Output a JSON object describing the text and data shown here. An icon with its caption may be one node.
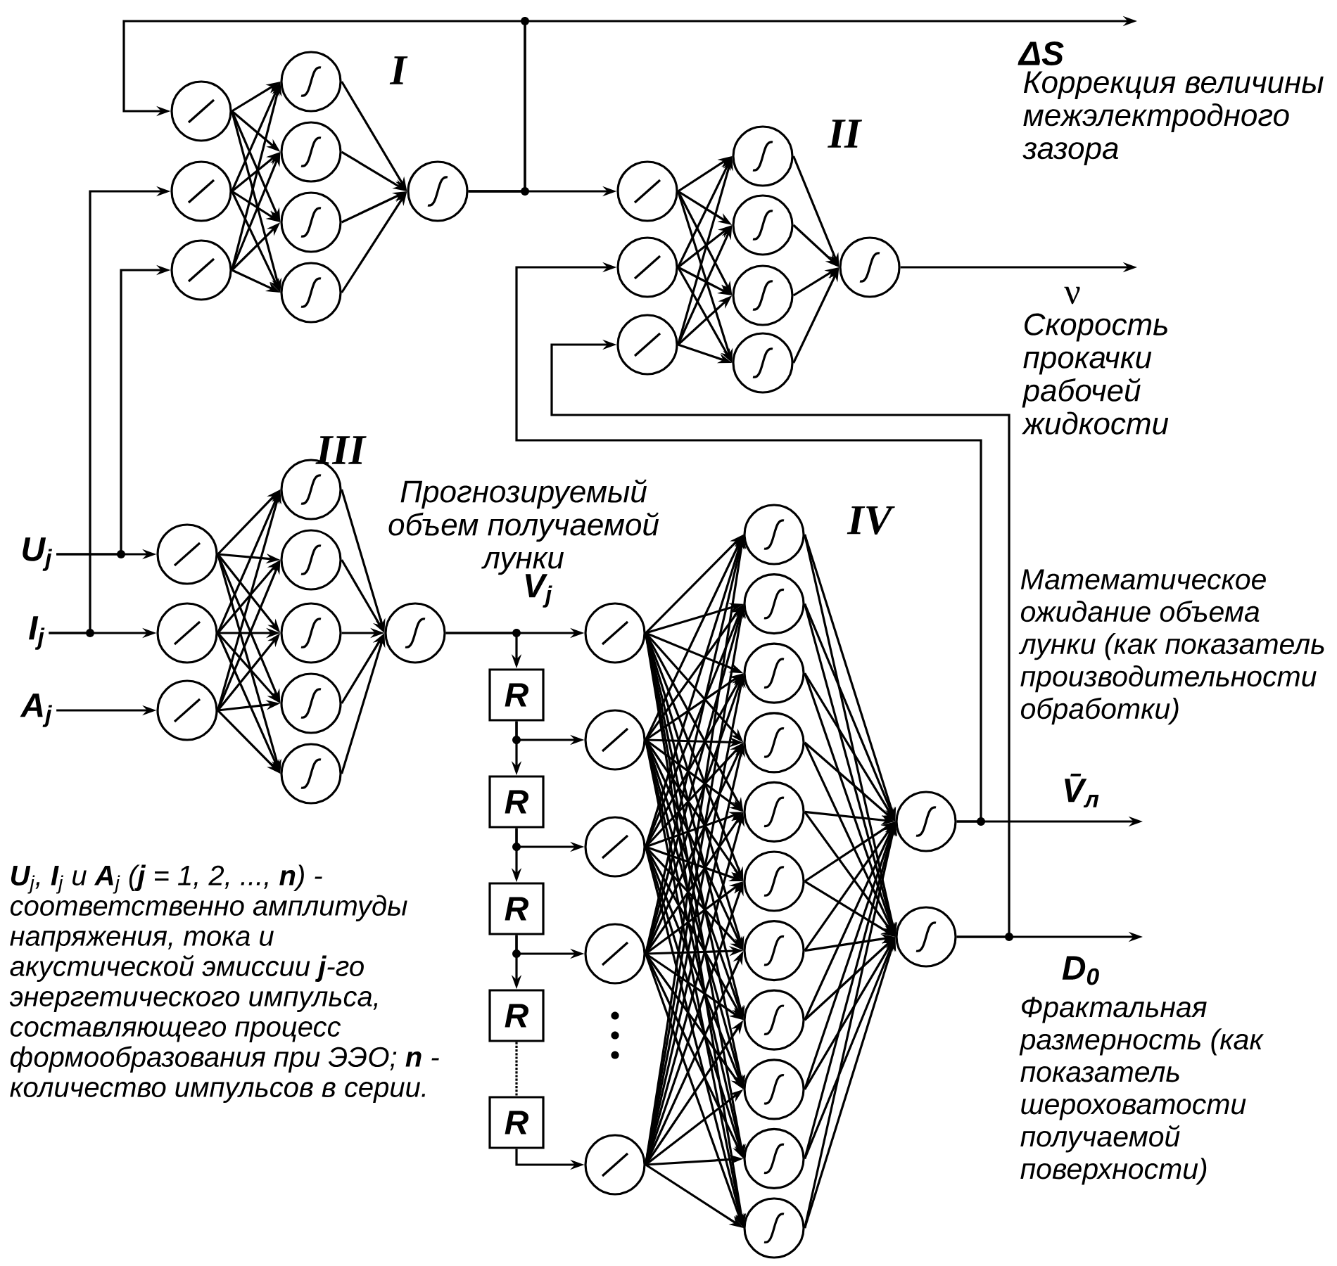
{
  "diagram": {
    "nodes": [
      {
        "text": [],
        "shape": "circle"
      },
      {
        "text": [],
        "shape": "circle"
      },
      {
        "text": [],
        "shape": "circle"
      },
      {
        "text": [],
        "shape": "circle"
      },
      {
        "text": [],
        "shape": "circle"
      },
      {
        "text": [],
        "shape": "circle"
      },
      {
        "text": [],
        "shape": "circle"
      },
      {
        "text": [],
        "shape": "circle"
      },
      {
        "text": [],
        "shape": "circle"
      },
      {
        "text": [],
        "shape": "circle"
      },
      {
        "text": [],
        "shape": "circle"
      },
      {
        "text": [],
        "shape": "circle"
      },
      {
        "text": [],
        "shape": "circle"
      },
      {
        "text": [],
        "shape": "circle"
      },
      {
        "text": [],
        "shape": "circle"
      },
      {
        "text": [],
        "shape": "circle"
      },
      {
        "text": [
          "U$_{j}$"
        ]
      },
      {
        "text": [
          "I$_{j}$"
        ]
      },
      {
        "text": [
          "A$_{j}$"
        ]
      },
      {
        "text": [],
        "shape": "circle"
      },
      {
        "text": [],
        "shape": "circle"
      },
      {
        "text": [],
        "shape": "circle"
      },
      {
        "text": [],
        "shape": "circle"
      },
      {
        "text": [],
        "shape": "circle"
      },
      {
        "text": [],
        "shape": "circle"
      },
      {
        "text": [],
        "shape": "circle"
      },
      {
        "text": [],
        "shape": "circle"
      },
      {
        "text": [],
        "shape": "circle"
      },
      {
        "text": [
          "R"
        ]
      },
      {
        "text": [
          "R"
        ]
      },
      {
        "text": [
          "R"
        ]
      },
      {
        "text": [
          "R"
        ]
      },
      {
        "text": [
          "R"
        ]
      },
      {
        "text": [],
        "shape": "circle"
      },
      {
        "text": [],
        "shape": "circle"
      },
      {
        "text": [],
        "shape": "circle"
      },
      {
        "text": [],
        "shape": "circle"
      },
      {
        "text": [],
        "shape": "circle"
      },
      {
        "text": [],
        "shape": "circle"
      },
      {
        "text": [],
        "shape": "circle"
      },
      {
        "text": [],
        "shape": "circle"
      },
      {
        "text": [],
        "shape": "circle"
      },
      {
        "text": [],
        "shape": "circle"
      },
      {
        "text": [],
        "shape": "circle"
      },
      {
        "text": [],
        "shape": "circle"
      },
      {
        "text": [],
        "shape": "circle"
      },
      {
        "text": [],
        "shape": "circle"
      },
      {
        "text": [],
        "shape": "circle"
      },
      {
        "text": [],
        "shape": "circle"
      },
      {
        "text": [],
        "shape": "circle"
      },
      {
        "text": [],
        "shape": "circle"
      }
    ],
    "edges": [
      {
        "from": 0,
        "to": 3,
        "arrow": "to"
      },
      {
        "from": 0,
        "to": 4,
        "arrow": "to"
      },
      {
        "from": 0,
        "to": 5,
        "arrow": "to"
      },
      {
        "from": 0,
        "to": 6,
        "arrow": "to"
      },
      {
        "from": 1,
        "to": 3,
        "arrow": "to"
      },
      {
        "from": 1,
        "to": 4,
        "arrow": "to"
      },
      {
        "from": 1,
        "to": 5,
        "arrow": "to"
      },
      {
        "from": 1,
        "to": 6,
        "arrow": "to"
      },
      {
        "from": 2,
        "to": 3,
        "arrow": "to"
      },
      {
        "from": 2,
        "to": 4,
        "arrow": "to"
      },
      {
        "from": 2,
        "to": 5,
        "arrow": "to"
      },
      {
        "from": 2,
        "to": 6,
        "arrow": "to"
      },
      {
        "from": 3,
        "to": 7,
        "arrow": "to"
      },
      {
        "from": 4,
        "to": 7,
        "arrow": "to"
      },
      {
        "from": 5,
        "to": 7,
        "arrow": "to"
      },
      {
        "from": 6,
        "to": 7,
        "arrow": "to"
      },
      {
        "from": 7,
        "to": 8,
        "arrow": "to"
      },
      {
        "from": 7,
        "to": 0,
        "arrow": "to"
      },
      {
        "from": 7,
        "to": null,
        "arrow": "to"
      },
      {
        "from": 8,
        "to": 11,
        "arrow": "to"
      },
      {
        "from": 8,
        "to": 12,
        "arrow": "to"
      },
      {
        "from": 8,
        "to": 13,
        "arrow": "to"
      },
      {
        "from": 8,
        "to": 14,
        "arrow": "to"
      },
      {
        "from": 9,
        "to": 11,
        "arrow": "to"
      },
      {
        "from": 9,
        "to": 12,
        "arrow": "to"
      },
      {
        "from": 9,
        "to": 13,
        "arrow": "to"
      },
      {
        "from": 9,
        "to": 14,
        "arrow": "to"
      },
      {
        "from": 10,
        "to": 11,
        "arrow": "to"
      },
      {
        "from": 10,
        "to": 12,
        "arrow": "to"
      },
      {
        "from": 10,
        "to": 13,
        "arrow": "to"
      },
      {
        "from": 10,
        "to": 14,
        "arrow": "to"
      },
      {
        "from": 11,
        "to": 15,
        "arrow": "to"
      },
      {
        "from": 12,
        "to": 15,
        "arrow": "to"
      },
      {
        "from": 13,
        "to": 15,
        "arrow": "to"
      },
      {
        "from": 14,
        "to": 15,
        "arrow": "to"
      },
      {
        "from": 15,
        "to": null,
        "arrow": "to"
      },
      {
        "from": 16,
        "to": 19,
        "arrow": "to"
      },
      {
        "from": 16,
        "to": 2,
        "arrow": "to"
      },
      {
        "from": 17,
        "to": 20,
        "arrow": "to"
      },
      {
        "from": 17,
        "to": 1,
        "arrow": "to"
      },
      {
        "from": 18,
        "to": 21,
        "arrow": "to"
      },
      {
        "from": 19,
        "to": 22,
        "arrow": "to"
      },
      {
        "from": 19,
        "to": 23,
        "arrow": "to"
      },
      {
        "from": 19,
        "to": 24,
        "arrow": "to"
      },
      {
        "from": 19,
        "to": 25,
        "arrow": "to"
      },
      {
        "from": 19,
        "to": 26,
        "arrow": "to"
      },
      {
        "from": 20,
        "to": 22,
        "arrow": "to"
      },
      {
        "from": 20,
        "to": 23,
        "arrow": "to"
      },
      {
        "from": 20,
        "to": 24,
        "arrow": "to"
      },
      {
        "from": 20,
        "to": 25,
        "arrow": "to"
      },
      {
        "from": 20,
        "to": 26,
        "arrow": "to"
      },
      {
        "from": 21,
        "to": 22,
        "arrow": "to"
      },
      {
        "from": 21,
        "to": 23,
        "arrow": "to"
      },
      {
        "from": 21,
        "to": 24,
        "arrow": "to"
      },
      {
        "from": 21,
        "to": 25,
        "arrow": "to"
      },
      {
        "from": 21,
        "to": 26,
        "arrow": "to"
      },
      {
        "from": 22,
        "to": 27,
        "arrow": "to"
      },
      {
        "from": 23,
        "to": 27,
        "arrow": "to"
      },
      {
        "from": 24,
        "to": 27,
        "arrow": "to"
      },
      {
        "from": 25,
        "to": 27,
        "arrow": "to"
      },
      {
        "from": 26,
        "to": 27,
        "arrow": "to"
      },
      {
        "from": 27,
        "to": 33,
        "arrow": "to"
      },
      {
        "from": 27,
        "to": 28,
        "arrow": "to"
      },
      {
        "from": 28,
        "to": 34,
        "arrow": "to"
      },
      {
        "from": 28,
        "to": 29,
        "arrow": "to"
      },
      {
        "from": 29,
        "to": 35,
        "arrow": "to"
      },
      {
        "from": 29,
        "to": 30,
        "arrow": "to"
      },
      {
        "from": 30,
        "to": 36,
        "arrow": "to"
      },
      {
        "from": 30,
        "to": 31,
        "arrow": "to"
      },
      {
        "from": 31,
        "to": 32,
        "arrow": "none",
        "style": "dashed"
      },
      {
        "from": 32,
        "to": 37,
        "arrow": "to"
      },
      {
        "from": 33,
        "to": 38,
        "arrow": "to"
      },
      {
        "from": 33,
        "to": 39,
        "arrow": "to"
      },
      {
        "from": 33,
        "to": 40,
        "arrow": "to"
      },
      {
        "from": 33,
        "to": 41,
        "arrow": "to"
      },
      {
        "from": 33,
        "to": 42,
        "arrow": "to"
      },
      {
        "from": 33,
        "to": 43,
        "arrow": "to"
      },
      {
        "from": 33,
        "to": 44,
        "arrow": "to"
      },
      {
        "from": 33,
        "to": 45,
        "arrow": "to"
      },
      {
        "from": 33,
        "to": 46,
        "arrow": "to"
      },
      {
        "from": 33,
        "to": 47,
        "arrow": "to"
      },
      {
        "from": 33,
        "to": 48,
        "arrow": "to"
      },
      {
        "from": 34,
        "to": 38,
        "arrow": "to"
      },
      {
        "from": 34,
        "to": 39,
        "arrow": "to"
      },
      {
        "from": 34,
        "to": 40,
        "arrow": "to"
      },
      {
        "from": 34,
        "to": 41,
        "arrow": "to"
      },
      {
        "from": 34,
        "to": 42,
        "arrow": "to"
      },
      {
        "from": 34,
        "to": 43,
        "arrow": "to"
      },
      {
        "from": 34,
        "to": 44,
        "arrow": "to"
      },
      {
        "from": 34,
        "to": 45,
        "arrow": "to"
      },
      {
        "from": 34,
        "to": 46,
        "arrow": "to"
      },
      {
        "from": 34,
        "to": 47,
        "arrow": "to"
      },
      {
        "from": 34,
        "to": 48,
        "arrow": "to"
      },
      {
        "from": 35,
        "to": 38,
        "arrow": "to"
      },
      {
        "from": 35,
        "to": 39,
        "arrow": "to"
      },
      {
        "from": 35,
        "to": 40,
        "arrow": "to"
      },
      {
        "from": 35,
        "to": 41,
        "arrow": "to"
      },
      {
        "from": 35,
        "to": 42,
        "arrow": "to"
      },
      {
        "from": 35,
        "to": 43,
        "arrow": "to"
      },
      {
        "from": 35,
        "to": 44,
        "arrow": "to"
      },
      {
        "from": 35,
        "to": 45,
        "arrow": "to"
      },
      {
        "from": 35,
        "to": 46,
        "arrow": "to"
      },
      {
        "from": 35,
        "to": 47,
        "arrow": "to"
      },
      {
        "from": 35,
        "to": 48,
        "arrow": "to"
      },
      {
        "from": 36,
        "to": 38,
        "arrow": "to"
      },
      {
        "from": 36,
        "to": 39,
        "arrow": "to"
      },
      {
        "from": 36,
        "to": 40,
        "arrow": "to"
      },
      {
        "from": 36,
        "to": 41,
        "arrow": "to"
      },
      {
        "from": 36,
        "to": 42,
        "arrow": "to"
      },
      {
        "from": 36,
        "to": 43,
        "arrow": "to"
      },
      {
        "from": 36,
        "to": 44,
        "arrow": "to"
      },
      {
        "from": 36,
        "to": 45,
        "arrow": "to"
      },
      {
        "from": 36,
        "to": 46,
        "arrow": "to"
      },
      {
        "from": 36,
        "to": 47,
        "arrow": "to"
      },
      {
        "from": 36,
        "to": 48,
        "arrow": "to"
      },
      {
        "from": 37,
        "to": 38,
        "arrow": "to"
      },
      {
        "from": 37,
        "to": 39,
        "arrow": "to"
      },
      {
        "from": 37,
        "to": 40,
        "arrow": "to"
      },
      {
        "from": 37,
        "to": 41,
        "arrow": "to"
      },
      {
        "from": 37,
        "to": 42,
        "arrow": "to"
      },
      {
        "from": 37,
        "to": 43,
        "arrow": "to"
      },
      {
        "from": 37,
        "to": 44,
        "arrow": "to"
      },
      {
        "from": 37,
        "to": 45,
        "arrow": "to"
      },
      {
        "from": 37,
        "to": 46,
        "arrow": "to"
      },
      {
        "from": 37,
        "to": 47,
        "arrow": "to"
      },
      {
        "from": 37,
        "to": 48,
        "arrow": "to"
      },
      {
        "from": 38,
        "to": 49,
        "arrow": "to"
      },
      {
        "from": 38,
        "to": 50,
        "arrow": "to"
      },
      {
        "from": 39,
        "to": 49,
        "arrow": "to"
      },
      {
        "from": 39,
        "to": 50,
        "arrow": "to"
      },
      {
        "from": 40,
        "to": 49,
        "arrow": "to"
      },
      {
        "from": 40,
        "to": 50,
        "arrow": "to"
      },
      {
        "from": 41,
        "to": 49,
        "arrow": "to"
      },
      {
        "from": 41,
        "to": 50,
        "arrow": "to"
      },
      {
        "from": 42,
        "to": 49,
        "arrow": "to"
      },
      {
        "from": 42,
        "to": 50,
        "arrow": "to"
      },
      {
        "from": 43,
        "to": 49,
        "arrow": "to"
      },
      {
        "from": 43,
        "to": 50,
        "arrow": "to"
      },
      {
        "from": 44,
        "to": 49,
        "arrow": "to"
      },
      {
        "from": 44,
        "to": 50,
        "arrow": "to"
      },
      {
        "from": 45,
        "to": 49,
        "arrow": "to"
      },
      {
        "from": 45,
        "to": 50,
        "arrow": "to"
      },
      {
        "from": 46,
        "to": 49,
        "arrow": "to"
      },
      {
        "from": 46,
        "to": 50,
        "arrow": "to"
      },
      {
        "from": 47,
        "to": 49,
        "arrow": "to"
      },
      {
        "from": 47,
        "to": 50,
        "arrow": "to"
      },
      {
        "from": 48,
        "to": 49,
        "arrow": "to"
      },
      {
        "from": 48,
        "to": 50,
        "arrow": "to"
      },
      {
        "from": 49,
        "to": null,
        "arrow": "to"
      },
      {
        "from": 49,
        "to": 9,
        "arrow": "to"
      },
      {
        "from": 50,
        "to": null,
        "arrow": "to"
      },
      {
        "from": 50,
        "to": 10,
        "arrow": "to"
      }
    ],
    "labels": [
      "I",
      "ΔS",
      "Коррекция величины межэлектродного зазора",
      "II",
      "ν",
      "Скорость прокачки рабочей жидкости",
      "III",
      "Прогнозируемый объем получаемой лунки",
      "IV",
      "V$_{j}$",
      "Математическое ожидание объема лунки (как показатель производительности обработки)",
      "V̄$_{л}$",
      "D$_{0}$",
      "Фрактальная размерность (как показатель шероховатости получаемой поверхности)",
      "**U**$_{j}$, **I**$_{j}$ и **A**$_{j}$ (**j** = 1, 2, ..., **n**) - соответственно амплитуды напряжения, тока и акустической эмиссии **j**-го энергетического импульса, составляющего процесс формообразования при ЭЭО; **n** - количество импульсов в серии."
    ]
  }
}
